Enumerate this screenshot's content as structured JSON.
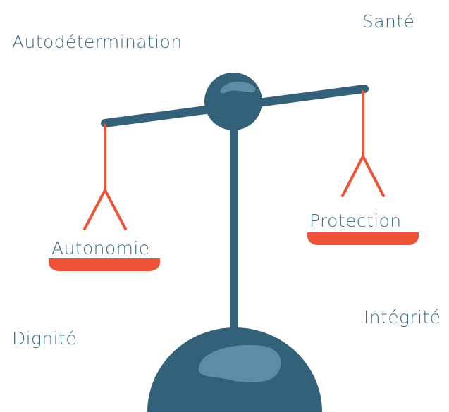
{
  "words": {
    "top_left": "Autodétermination",
    "top_right": "Santé",
    "bottom_left": "Dignité",
    "bottom_right": "Intégrité"
  },
  "pans": {
    "left_label": "Autonomie",
    "right_label": "Protection"
  },
  "colors": {
    "beam": "#33617A",
    "highlight": "#5D8CA5",
    "pan": "#EE5237",
    "text": "#3C6D86"
  },
  "icons": [
    "balance-scale-icon"
  ]
}
